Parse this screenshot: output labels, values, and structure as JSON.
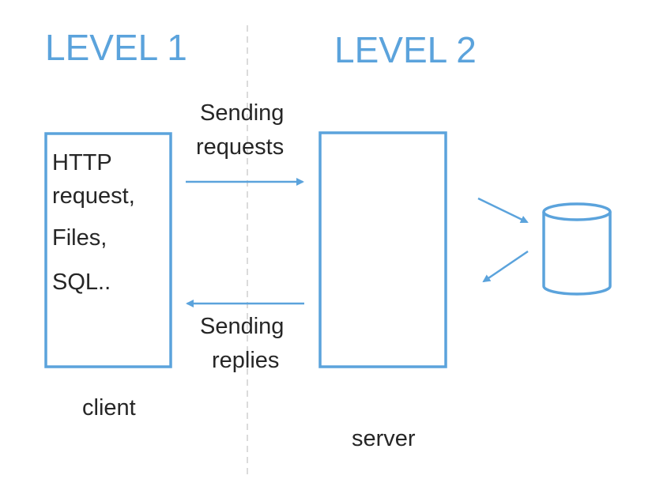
{
  "level_1": {
    "title": "LEVEL 1"
  },
  "level_2": {
    "title": "LEVEL 2"
  },
  "client": {
    "label": "client",
    "contents": [
      "HTTP",
      "request,",
      "Files,",
      "SQL.."
    ]
  },
  "server": {
    "label": "server"
  },
  "request_arrow": {
    "label_lines": [
      "Sending",
      "requests"
    ]
  },
  "reply_arrow": {
    "label_lines": [
      "Sending",
      "replies"
    ]
  },
  "colors": {
    "accent": "#5ba3dc",
    "text": "#262626",
    "divider": "#cfcfcf"
  },
  "icons": {
    "database": "database-icon"
  }
}
